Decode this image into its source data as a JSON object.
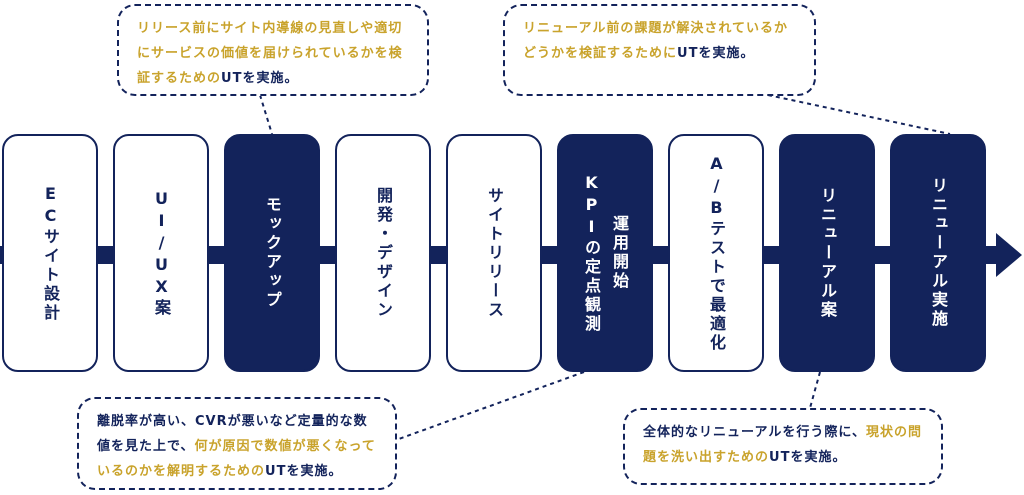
{
  "steps": [
    {
      "lines": [
        "ECサイト設計"
      ],
      "style": "light"
    },
    {
      "lines": [
        "UI/UX案"
      ],
      "style": "light"
    },
    {
      "lines": [
        "モックアップ"
      ],
      "style": "dark"
    },
    {
      "lines": [
        "開発・デザイン"
      ],
      "style": "light"
    },
    {
      "lines": [
        "サイトリリース"
      ],
      "style": "light"
    },
    {
      "lines": [
        "運用開始",
        "KPIの定点観測"
      ],
      "style": "dark"
    },
    {
      "lines": [
        "A/Bテストで最適化"
      ],
      "style": "light"
    },
    {
      "lines": [
        "リニューアル案"
      ],
      "style": "dark"
    },
    {
      "lines": [
        "リニューアル実施"
      ],
      "style": "dark"
    }
  ],
  "notes": {
    "mockup": {
      "accent": "リリース前にサイト内導線の見直しや適切にサービスの価値を届けられているかを検証するための",
      "rest": "UTを実施。"
    },
    "renewal_done": {
      "accent": "リニューアル前の課題が解決されているかどうかを検証するために",
      "rest": "UTを実施。"
    },
    "operation": {
      "intro": "離脱率が高い、CVRが悪いなど定量的な数値を見た上で、",
      "accent": "何が原因で数値が悪くなっているのかを解明するための",
      "rest": "UTを実施。"
    },
    "renewal_plan": {
      "intro": "全体的なリニューアルを行う際に、",
      "accent": "現状の問題を洗い出すための",
      "rest": "UTを実施。"
    }
  },
  "colors": {
    "navy": "#13235b",
    "accent": "#c9a32c",
    "background": "#ffffff"
  }
}
